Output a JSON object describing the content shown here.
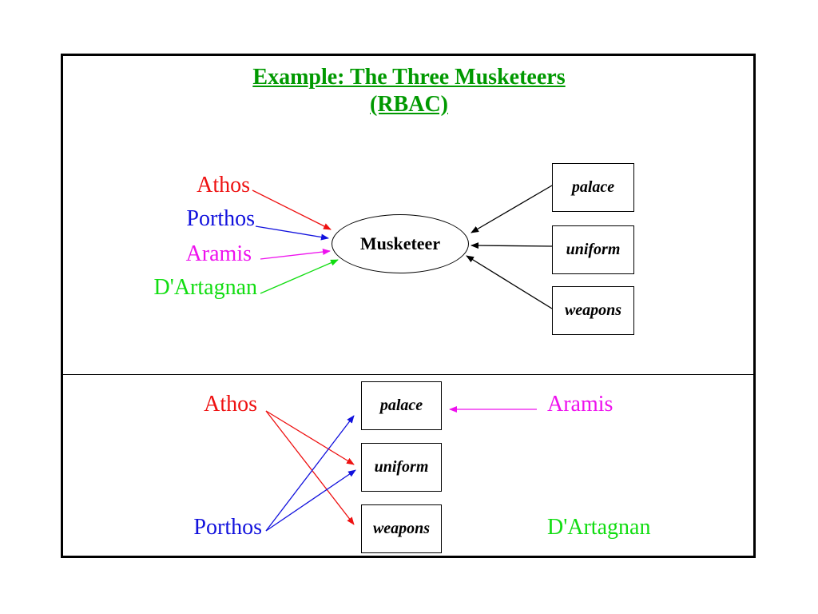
{
  "title": {
    "line1": "Example: The Three Musketeers ",
    "line2": "(RBAC)"
  },
  "role": {
    "label": "Musketeer"
  },
  "colors": {
    "title": "#009900",
    "athos": "#ee1111",
    "porthos": "#1111dd",
    "aramis": "#ee11ee",
    "dartagnan": "#11dd11",
    "permission": "#000000"
  },
  "top": {
    "users": [
      "Athos",
      "Porthos",
      "Aramis",
      "D'Artagnan"
    ],
    "permissions": [
      "palace",
      "uniform",
      "weapons"
    ]
  },
  "bottom": {
    "users": {
      "athos": "Athos",
      "porthos": "Porthos",
      "aramis": "Aramis",
      "dartagnan": "D'Artagnan"
    },
    "permissions": [
      "palace",
      "uniform",
      "weapons"
    ]
  }
}
